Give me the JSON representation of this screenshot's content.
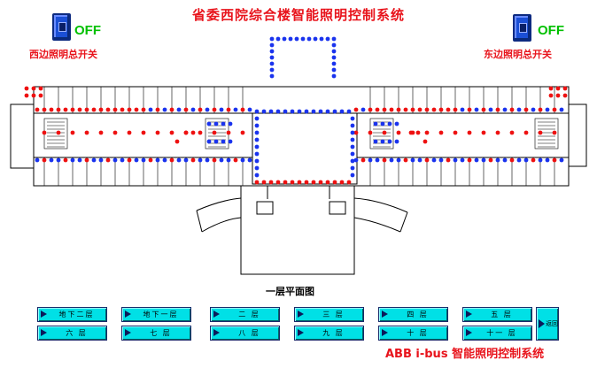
{
  "title": "省委西院综合楼智能照明控制系统",
  "west_switch": {
    "label": "西边照明总开关",
    "state": "OFF"
  },
  "east_switch": {
    "label": "东边照明总开关",
    "state": "OFF"
  },
  "floor_caption": "一层平面图",
  "nav_buttons": [
    "地下二层",
    "地下一层",
    "二 层",
    "三 层",
    "四 层",
    "五 层",
    "六 层",
    "七 层",
    "八 层",
    "九 层",
    "十 层",
    "十一 层"
  ],
  "back_button": "返回",
  "brand": "ABB i-bus 智能照明控制系统",
  "colors": {
    "light_on": "#ee1111",
    "light_off": "#1a33ee",
    "accent": "#e8141c",
    "off_text": "#00c000",
    "button": "#00e0e6"
  }
}
